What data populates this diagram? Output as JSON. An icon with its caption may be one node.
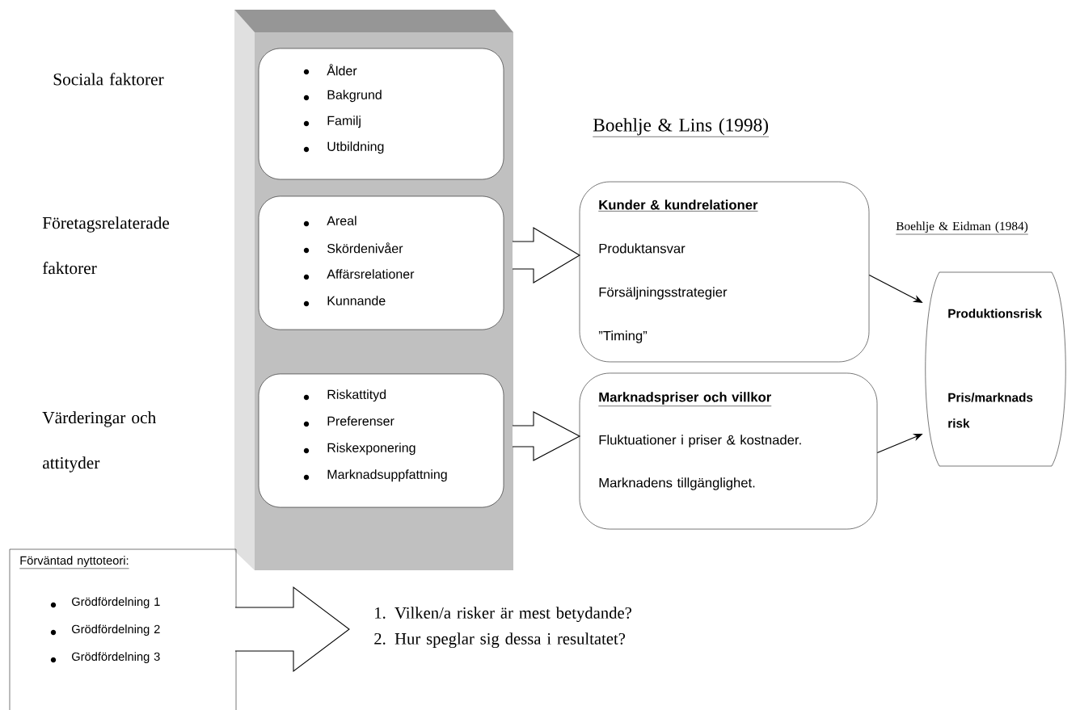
{
  "diagram": {
    "nodes": [
      {
        "text": [],
        "shape": "box"
      },
      {
        "text": [
          "Ålder",
          "Bakgrund",
          "Familj",
          "Utbildning"
        ],
        "in": 0
      },
      {
        "text": [
          "Areal",
          "Skördenivåer",
          "Affärsrelationer",
          "Kunnande"
        ],
        "in": 0
      },
      {
        "text": [
          "Riskattityd",
          "Preferenser",
          "Riskexponering",
          "Marknadsuppfattning"
        ],
        "in": 0
      },
      {
        "text": [
          "Kunder & kundrelationer",
          "Produktansvar",
          "Försäljningsstrategier",
          "”Timing”"
        ]
      },
      {
        "text": [
          "Marknadspriser och villkor",
          "Fluktuationer i priser & kostnader.",
          "Marknadens tillgänglighet."
        ]
      },
      {
        "text": [
          "Produktionsrisk",
          "Pris/marknads risk"
        ]
      },
      {
        "text": [
          "Förväntad nyttoteori:",
          "Grödfördelning 1",
          "Grödfördelning 2",
          "Grödfördelning 3"
        ]
      },
      {
        "text": [
          "1. Vilken/a risker är mest betydande?",
          "2. Hur speglar sig dessa i resultatet?"
        ]
      }
    ],
    "edges": [
      {
        "from": 2,
        "to": 4,
        "arrow": "to",
        "style": "thick"
      },
      {
        "from": 3,
        "to": 5,
        "arrow": "to",
        "style": "thick"
      },
      {
        "from": 4,
        "to": 6,
        "arrow": "to"
      },
      {
        "from": 5,
        "to": 6,
        "arrow": "to"
      },
      {
        "from": 7,
        "to": 8,
        "arrow": "to",
        "style": "thick"
      }
    ],
    "labels": [
      "Sociala faktorer",
      "Boehlje & Lins (1998)",
      "Företagsrelaterade faktorer",
      "Boehlje & Eidman (1984)",
      "Värderingar och attityder"
    ]
  }
}
